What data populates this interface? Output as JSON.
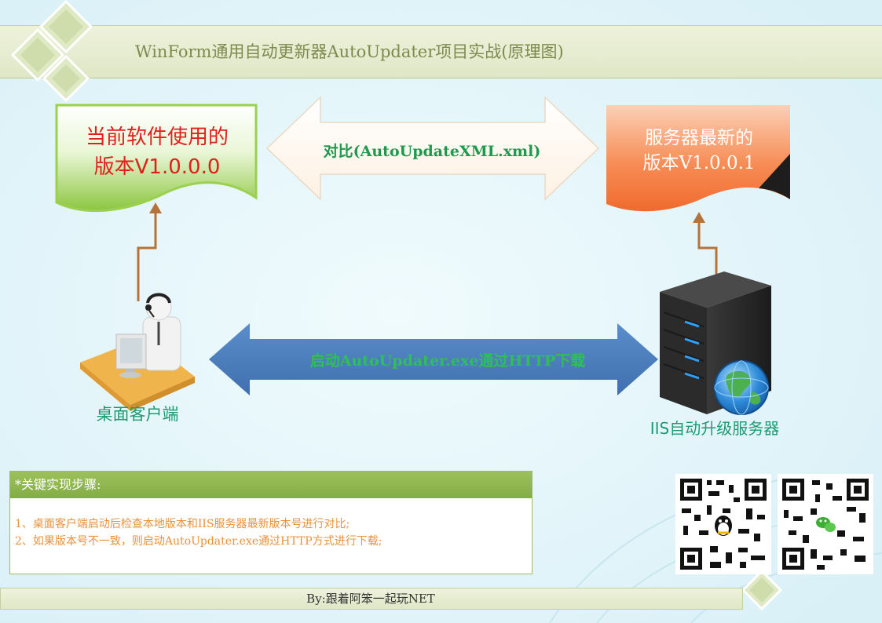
{
  "title": "WinForm通用自动更新器AutoUpdater项目实战(原理图)",
  "current_version_doc": {
    "line1": "当前软件使用的",
    "line2": "版本V1.0.0.0"
  },
  "server_version_doc": {
    "line1": "服务器最新的",
    "line2": "版本V1.0.0.1"
  },
  "compare_arrow_label": "对比(AutoUpdateXML.xml)",
  "download_arrow_label": "启动AutoUpdater.exe通过HTTP下载",
  "client_label": "桌面客户端",
  "server_label": "IIS自动升级服务器",
  "steps": {
    "heading": "*关键实现步骤:",
    "items": [
      "1、桌面客户端启动后检查本地版本和IIS服务器最新版本号进行对比;",
      "2、如果版本号不一致，则启动AutoUpdater.exe通过HTTP方式进行下载;"
    ]
  },
  "footer": "By:跟着阿笨一起玩NET",
  "icons": {
    "client": "operator-headset-icon",
    "server": "server-tower-icon",
    "globe": "globe-icon",
    "qr_left": "qr-code-icon",
    "qr_right": "qr-code-icon"
  },
  "colors": {
    "current_doc_fill": "#9bd04c",
    "server_doc_fill": "#f5824a",
    "compare_arrow_fill": "#fdf6ea",
    "download_arrow_fill": "#4f80be",
    "connector": "#b5733a"
  }
}
